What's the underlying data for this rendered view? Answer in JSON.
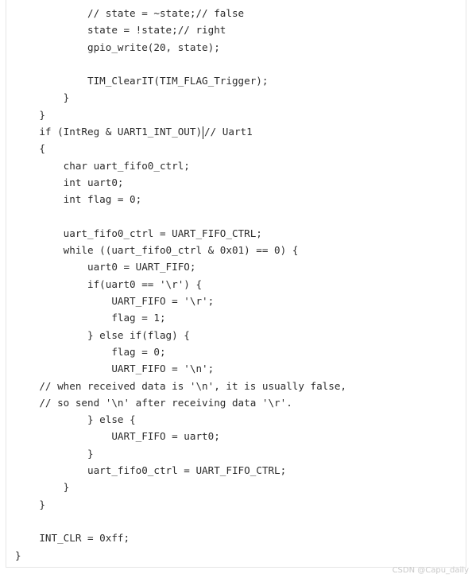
{
  "code": {
    "lines": [
      "            // state = ~state;// false",
      "            state = !state;// right",
      "            gpio_write(20, state);",
      "",
      "            TIM_ClearIT(TIM_FLAG_Trigger);",
      "        }",
      "    }",
      "    if (IntReg & UART1_INT_OUT)",
      "    {",
      "        char uart_fifo0_ctrl;",
      "        int uart0;",
      "        int flag = 0;",
      "",
      "        uart_fifo0_ctrl = UART_FIFO_CTRL;",
      "        while ((uart_fifo0_ctrl & 0x01) == 0) {",
      "            uart0 = UART_FIFO;",
      "            if(uart0 == '\\r') {",
      "                UART_FIFO = '\\r';",
      "                flag = 1;",
      "            } else if(flag) {",
      "                flag = 0;",
      "                UART_FIFO = '\\n';",
      "    // when received data is '\\n', it is usually false,",
      "    // so send '\\n' after receiving data '\\r'.",
      "            } else {",
      "                UART_FIFO = uart0;",
      "            }",
      "            uart_fifo0_ctrl = UART_FIFO_CTRL;",
      "        }",
      "    }",
      "",
      "    INT_CLR = 0xff;",
      "}"
    ],
    "line7_tail": "// Uart1"
  },
  "watermark": "CSDN @Capu_daily"
}
